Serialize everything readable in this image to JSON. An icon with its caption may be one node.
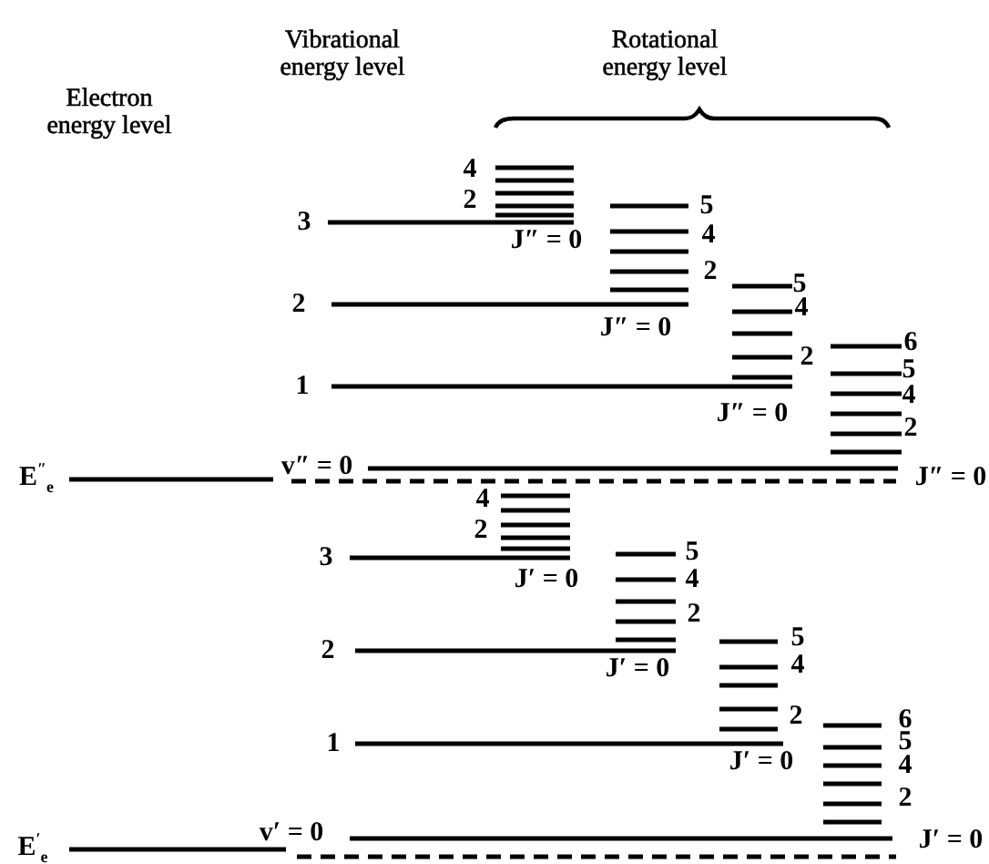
{
  "diagram": {
    "labels": [
      "Vibrational energy level",
      "Rotational energy level",
      "Electron energy level",
      "4",
      "2",
      "3",
      "5",
      "J″ = 0",
      "4",
      "2",
      "2",
      "5",
      "J″ = 0",
      "4",
      "2",
      "6",
      "1",
      "5",
      "4",
      "J″ = 0",
      "2",
      "E$^{″}$$_{e}$",
      "v″ = 0",
      "J″ = 0",
      "4",
      "2",
      "3",
      "5",
      "J′ = 0",
      "4",
      "2",
      "2",
      "5",
      "J′ = 0",
      "4",
      "2",
      "1",
      "6",
      "5",
      "J′ = 0",
      "4",
      "2",
      "E$^{′}$$_{e}$",
      "v′ = 0",
      "J′ = 0"
    ]
  }
}
